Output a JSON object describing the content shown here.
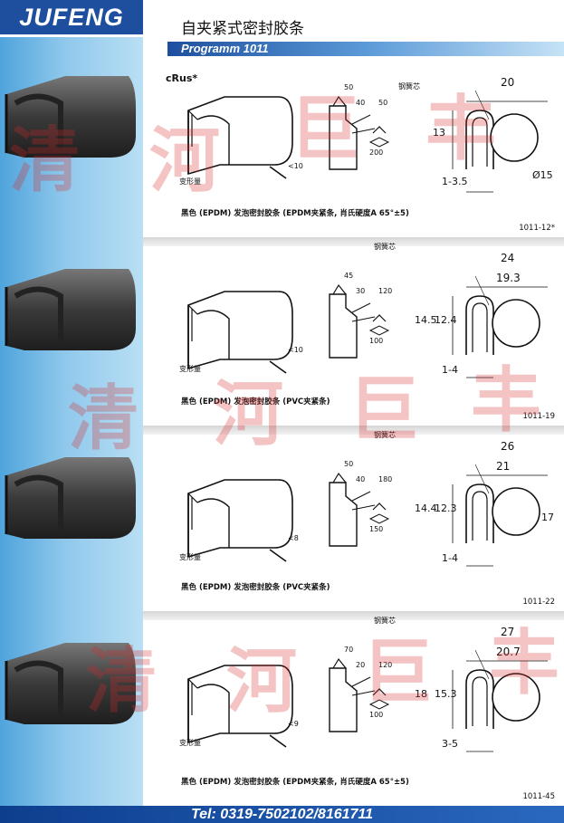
{
  "brand": "JUFENG",
  "title_cn": "自夹紧式密封胶条",
  "title_en": "Programm 1011",
  "cert": "cRus*",
  "deform_label": "变形量",
  "spring_label": "钢簧芯",
  "tel": "Tel:  0319-7502102/8161711",
  "watermark": [
    "清",
    "河",
    "巨",
    "丰"
  ],
  "products": [
    {
      "code": "1011-12*",
      "desc": "黑色 (EPDM) 发泡密封胶条 (EPDM夹紧条, 肖氏硬度A 65°±5)",
      "deform": "<10",
      "angles": [
        "50",
        "40",
        "50"
      ],
      "force": "200",
      "dims": {
        "w1": "20",
        "h1": "13",
        "dia": "Ø15",
        "grip": "1-3.5"
      }
    },
    {
      "code": "1011-19",
      "desc": "黑色 (EPDM) 发泡密封胶条 (PVC夹紧条)",
      "deform": "<10",
      "angles": [
        "45",
        "30",
        "120"
      ],
      "force": "100",
      "dims": {
        "w1": "24",
        "w2": "19.3",
        "h1": "14.5",
        "h2": "12.4",
        "grip": "1-4"
      }
    },
    {
      "code": "1011-22",
      "desc": "黑色 (EPDM) 发泡密封胶条 (PVC夹紧条)",
      "deform": "<8",
      "angles": [
        "50",
        "40",
        "180"
      ],
      "force": "150",
      "dims": {
        "w1": "26",
        "w2": "21",
        "h1": "14.4",
        "h2": "12.3",
        "h3": "17",
        "grip": "1-4"
      }
    },
    {
      "code": "1011-45",
      "desc": "黑色 (EPDM) 发泡密封胶条 (EPDM夹紧条, 肖氏硬度A 65°±5)",
      "deform": "<9",
      "angles": [
        "70",
        "20",
        "120"
      ],
      "force": "100",
      "dims": {
        "w1": "27",
        "w2": "20.7",
        "h1": "18",
        "h2": "15.3",
        "grip": "3-5"
      }
    }
  ]
}
